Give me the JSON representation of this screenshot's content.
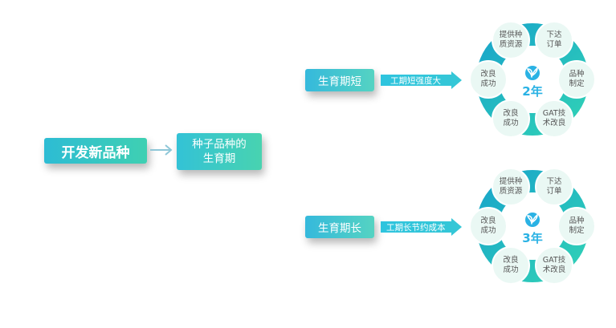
{
  "root": {
    "label": "开发新品种"
  },
  "middle": {
    "label": "种子品种的\n生育期"
  },
  "branches": [
    {
      "label": "生育期短",
      "arrow_label": "工期短强度大",
      "years": "2年",
      "nodes": {
        "supply": "提供种\n质资源",
        "order": "下达\n订单",
        "plan": "品种\n制定",
        "gat": "GAT技\n术改良",
        "success_bottom": "改良\n成功",
        "success_left": "改良\n成功"
      }
    },
    {
      "label": "生育期长",
      "arrow_label": "工期长节约成本",
      "years": "3年",
      "nodes": {
        "supply": "提供种\n质资源",
        "order": "下达\n订单",
        "plan": "品种\n制定",
        "gat": "GAT技\n术改良",
        "success_bottom": "改良\n成功",
        "success_left": "改良\n成功"
      }
    }
  ],
  "colors": {
    "teal": "#3fd0b2",
    "cyan": "#2dbcd4",
    "node_fill": "#e9f7f3",
    "ring": "#20b8c8",
    "year": "#2ab2e4"
  },
  "icons": {
    "center": "seedling-icon"
  }
}
